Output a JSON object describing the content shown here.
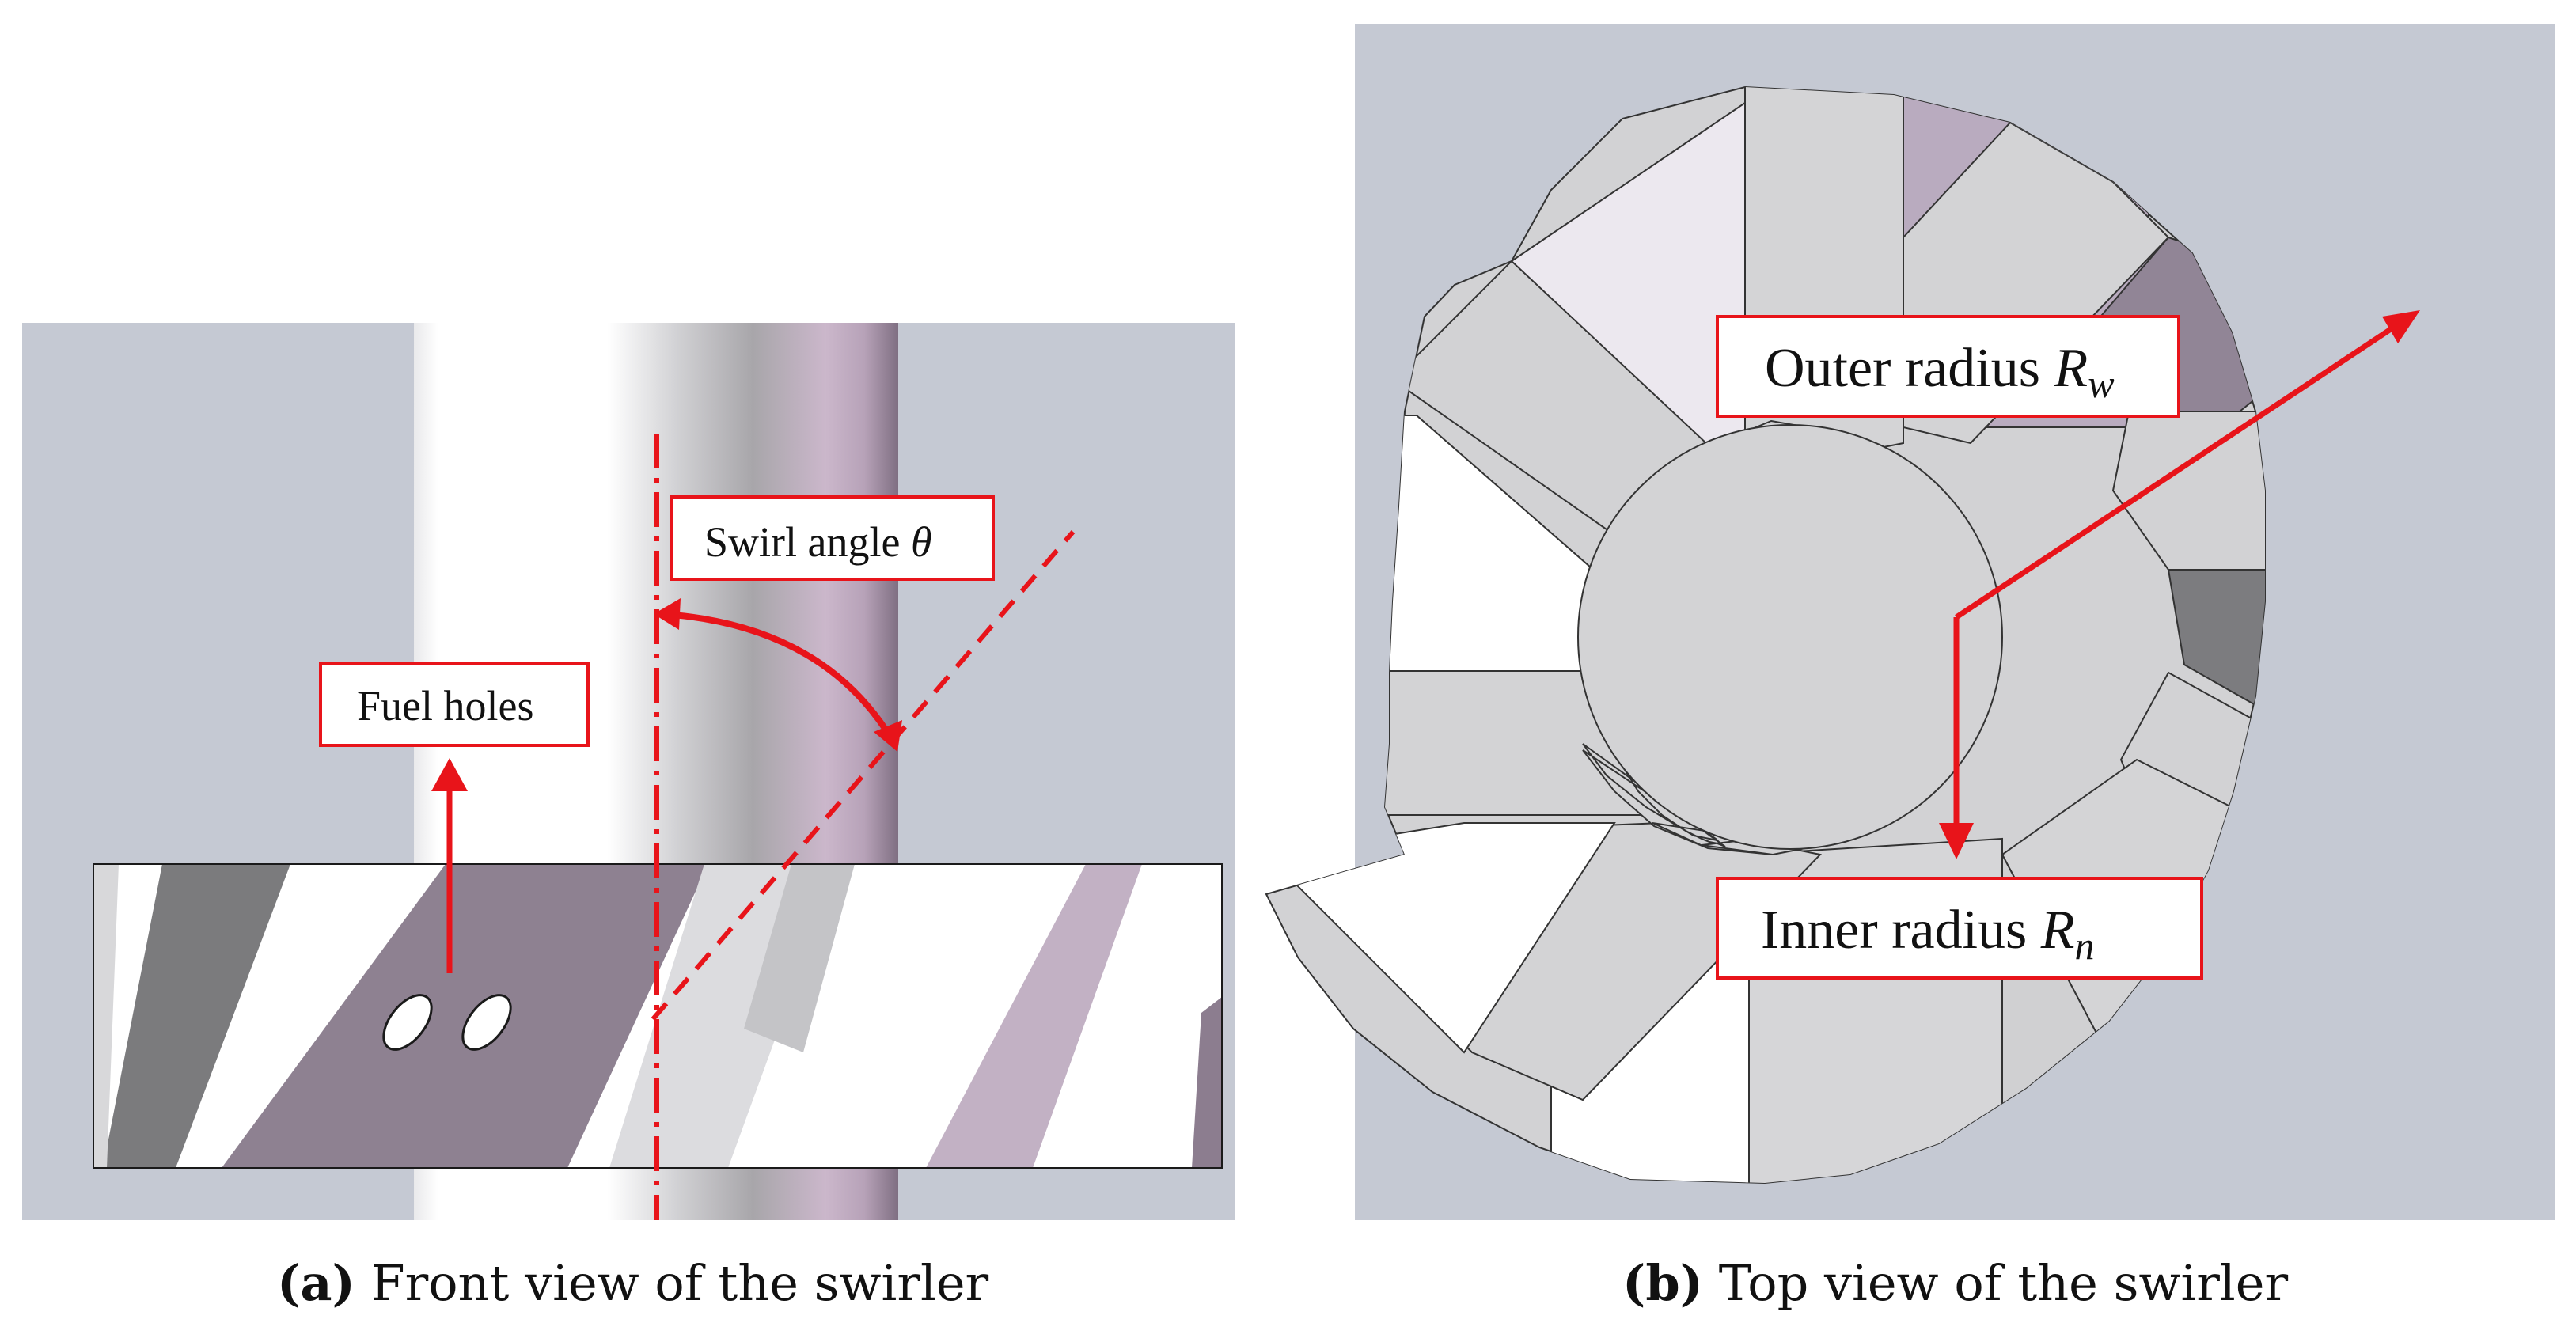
{
  "colors": {
    "background_grey": "#c5c9d3",
    "annotation_red": "#e8141a",
    "blade_light": "#d6d6d8",
    "blade_purple": "#8e8090",
    "blade_dark": "#7a7a7c",
    "blade_mauve": "#b9aabd"
  },
  "panel_a": {
    "labels": {
      "swirl_angle": "Swirl angle",
      "swirl_symbol": "θ",
      "fuel_holes": "Fuel holes"
    },
    "caption": {
      "tag": "(a)",
      "text": "Front view of the swirler"
    }
  },
  "panel_b": {
    "labels": {
      "outer_radius": "Outer radius",
      "outer_symbol": "R",
      "outer_subscript": "w",
      "inner_radius": "Inner radius",
      "inner_symbol": "R",
      "inner_subscript": "n"
    },
    "caption": {
      "tag": "(b)",
      "text": "Top view of the swirler"
    }
  }
}
